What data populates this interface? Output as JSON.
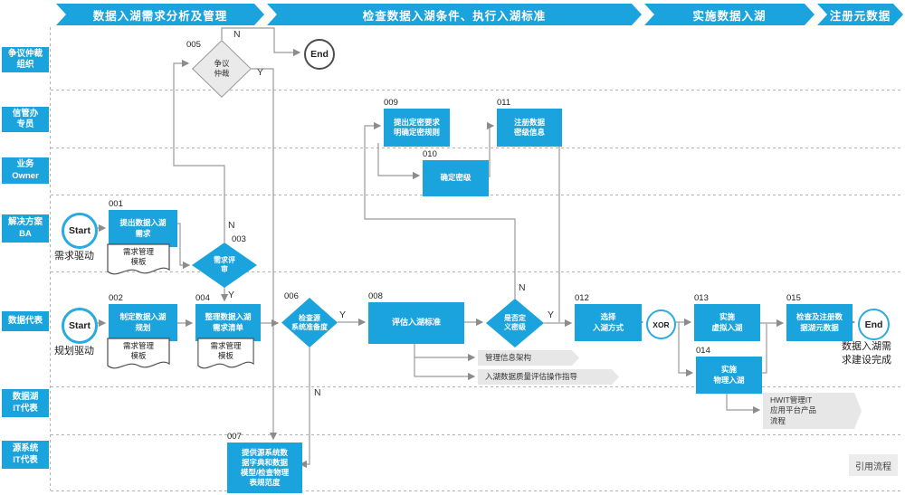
{
  "phases": {
    "p1": "数据入湖需求分析及管理",
    "p2": "检查数据入湖条件、执行入湖标准",
    "p3": "实施数据入湖",
    "p4": "注册元数据"
  },
  "lanes": {
    "arbitration": "争议仲裁\n组织",
    "info_admin": "信管办\n专员",
    "business_owner": "业务\nOwner",
    "solution_ba": "解决方案\nBA",
    "data_rep": "数据代表",
    "datalake_it": "数据湖\nIT代表",
    "source_it": "源系统\nIT代表"
  },
  "events": {
    "start_requirement": {
      "label": "Start",
      "caption": "需求驱动"
    },
    "start_planning": {
      "label": "Start",
      "caption": "规划驱动"
    },
    "end_arbitration": {
      "label": "End"
    },
    "end_final": {
      "label": "End",
      "caption": "数据入湖需\n求建设完成"
    },
    "xor_gateway": {
      "label": "XOR"
    }
  },
  "tasks": {
    "t001": {
      "num": "001",
      "label": "提出数据入湖\n需求"
    },
    "t002": {
      "num": "002",
      "label": "制定数据入湖\n规划"
    },
    "t004": {
      "num": "004",
      "label": "整理数据入湖\n需求清单"
    },
    "t007": {
      "num": "007",
      "label": "提供源系统数\n据字典和数据\n模型/检查物理\n表规范度"
    },
    "t008": {
      "num": "008",
      "label": "评估入湖标准"
    },
    "t009": {
      "num": "009",
      "label": "提出定密要求\n明确定密规则"
    },
    "t010": {
      "num": "010",
      "label": "确定密级"
    },
    "t011": {
      "num": "011",
      "label": "注册数据\n密级信息"
    },
    "t012": {
      "num": "012",
      "label": "选择\n入湖方式"
    },
    "t013": {
      "num": "013",
      "label": "实施\n虚拟入湖"
    },
    "t014": {
      "num": "014",
      "label": "实施\n物理入湖"
    },
    "t015": {
      "num": "015",
      "label": "检查及注册数\n据湖元数据"
    }
  },
  "decisions": {
    "d003": {
      "num": "003",
      "label": "需求评\n审"
    },
    "d005": {
      "num": "005",
      "label": "争议\n仲裁"
    },
    "d006": {
      "num": "006",
      "label": "检查源\n系统准备度"
    },
    "d_density": {
      "label": "是否定\n义密级"
    }
  },
  "documents": {
    "doc1": "需求管理\n模板",
    "doc2": "需求管理\n模板",
    "doc3": "需求管理\n模板"
  },
  "references": {
    "info_arch": "管理信息架构",
    "quality_guide": "入湖数据质量评估操作指导",
    "hwit": "HWIT管理IT\n应用平台产品\n流程",
    "legend": "引用流程"
  },
  "branch_labels": {
    "yes": "Y",
    "no": "N"
  },
  "colors": {
    "primary_blue": "#1AA3DC",
    "event_border_blue": "#29ABE2",
    "line_gray": "#999999",
    "diamond_gray_fill": "#EAEAEA",
    "reference_gray": "#E7E7E7"
  }
}
